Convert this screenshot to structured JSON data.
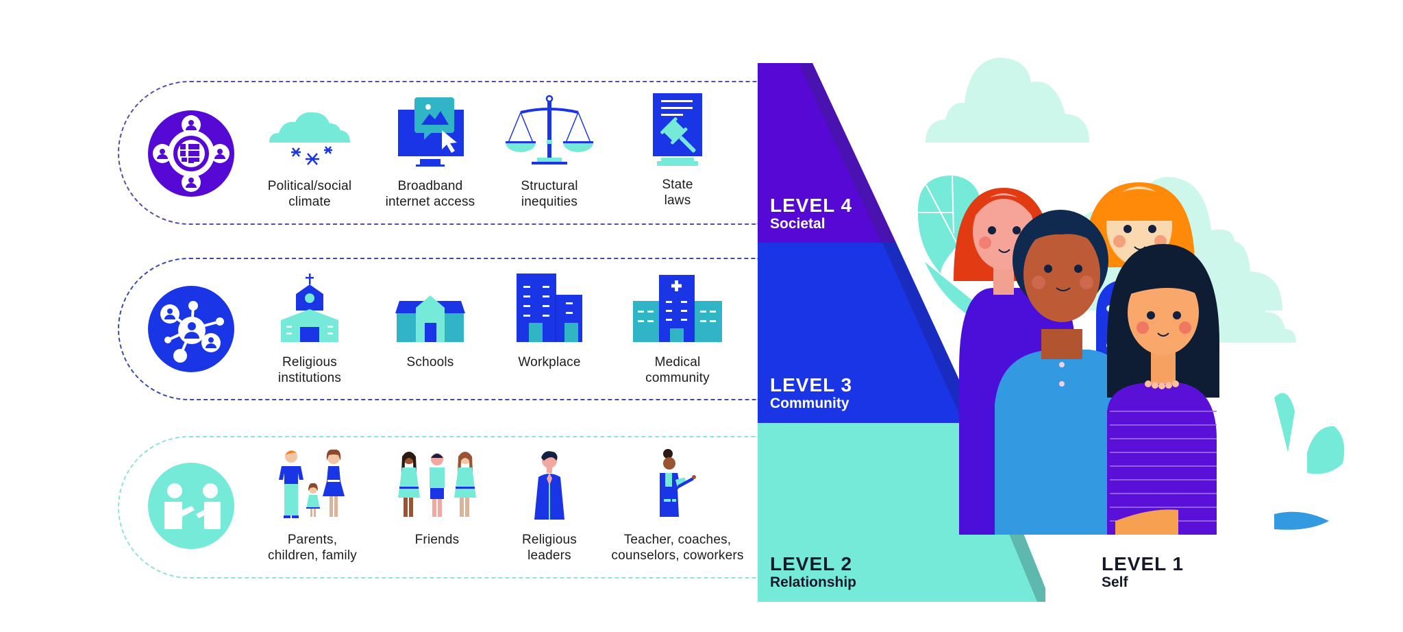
{
  "levels": [
    {
      "number": "LEVEL 4",
      "name": "Societal",
      "color": "#5009d6"
    },
    {
      "number": "LEVEL 3",
      "name": "Community",
      "color": "#1a2fee"
    },
    {
      "number": "LEVEL 2",
      "name": "Relationship",
      "color": "#75ead9"
    },
    {
      "number": "LEVEL 1",
      "name": "Self"
    }
  ],
  "rows": [
    {
      "key": "societal",
      "icon": "globe-network-icon",
      "border_color": "#5a4aa8",
      "circle_color": "#5609d4",
      "items": [
        {
          "icon": "cloud-snow-icon",
          "lines": [
            "Political/social",
            "climate"
          ]
        },
        {
          "icon": "monitor-cursor-icon",
          "lines": [
            "Broadband",
            "internet access"
          ]
        },
        {
          "icon": "scales-icon",
          "lines": [
            "Structural",
            "inequities"
          ]
        },
        {
          "icon": "gavel-document-icon",
          "lines": [
            "State",
            "laws"
          ]
        }
      ]
    },
    {
      "key": "community",
      "icon": "network-people-icon",
      "border_color": "#3a4aa8",
      "circle_color": "#1a35e6",
      "items": [
        {
          "icon": "church-icon",
          "lines": [
            "Religious",
            "institutions"
          ]
        },
        {
          "icon": "school-icon",
          "lines": [
            "Schools"
          ]
        },
        {
          "icon": "office-building-icon",
          "lines": [
            "Workplace"
          ]
        },
        {
          "icon": "hospital-icon",
          "lines": [
            "Medical",
            "community"
          ]
        }
      ]
    },
    {
      "key": "relationship",
      "icon": "handshake-people-icon",
      "border_color": "#8fe3d6",
      "circle_color": "#75ead9",
      "items": [
        {
          "icon": "family-icon",
          "lines": [
            "Parents,",
            "children, family"
          ]
        },
        {
          "icon": "friends-icon",
          "lines": [
            "Friends"
          ]
        },
        {
          "icon": "religious-leader-icon",
          "lines": [
            "Religious",
            "leaders"
          ]
        },
        {
          "icon": "teacher-icon",
          "lines": [
            "Teacher, coaches,",
            "counselors, coworkers"
          ]
        }
      ]
    }
  ],
  "colors": {
    "purple": "#5609d4",
    "blue": "#1a35e6",
    "teal": "#75ead9",
    "teal_dark": "#2fb5c6",
    "cloud": "#ccf7ea",
    "text": "#1b1b1b"
  }
}
